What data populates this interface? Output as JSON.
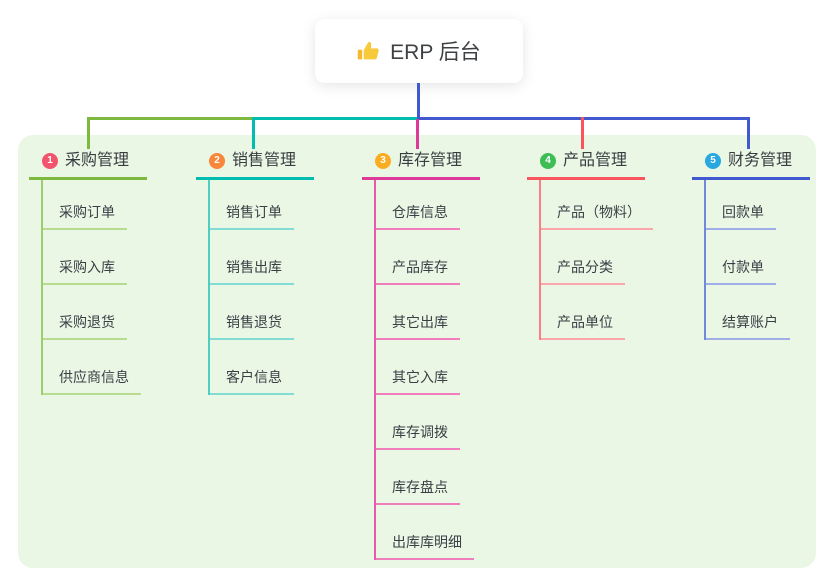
{
  "canvas": {
    "background": "#FFFFFF",
    "panel_background": "#EBF7E5"
  },
  "root": {
    "label": "ERP 后台",
    "icon": "thumbs-up",
    "connector_color": "#4159CE"
  },
  "branches": [
    {
      "id": "purchase",
      "number": "1",
      "title": "采购管理",
      "badge_color": "#F2536D",
      "color": "#7CB93E",
      "line_color": "#9CCB70",
      "light_color": "#B7DC90",
      "items": [
        "采购订单",
        "采购入库",
        "采购退货",
        "供应商信息"
      ]
    },
    {
      "id": "sales",
      "number": "2",
      "title": "销售管理",
      "badge_color": "#F9873B",
      "color": "#00BDB0",
      "line_color": "#4FCFC4",
      "light_color": "#82DCD4",
      "items": [
        "销售订单",
        "销售出库",
        "销售退货",
        "客户信息"
      ]
    },
    {
      "id": "inventory",
      "number": "3",
      "title": "库存管理",
      "badge_color": "#FBAD21",
      "color": "#DD3A99",
      "line_color": "#E35CA9",
      "light_color": "#F07EBC",
      "items": [
        "仓库信息",
        "产品库存",
        "其它出库",
        "其它入库",
        "库存调拨",
        "库存盘点",
        "出库库明细"
      ]
    },
    {
      "id": "product",
      "number": "4",
      "title": "产品管理",
      "badge_color": "#3DBD56",
      "color": "#F8555F",
      "line_color": "#F97F86",
      "light_color": "#FBA6AA",
      "items": [
        "产品（物料）",
        "产品分类",
        "产品单位"
      ]
    },
    {
      "id": "finance",
      "number": "5",
      "title": "财务管理",
      "badge_color": "#28A8E0",
      "color": "#4159CE",
      "line_color": "#7288DB",
      "light_color": "#9FAEE9",
      "items": [
        "回款单",
        "付款单",
        "结算账户"
      ]
    }
  ]
}
